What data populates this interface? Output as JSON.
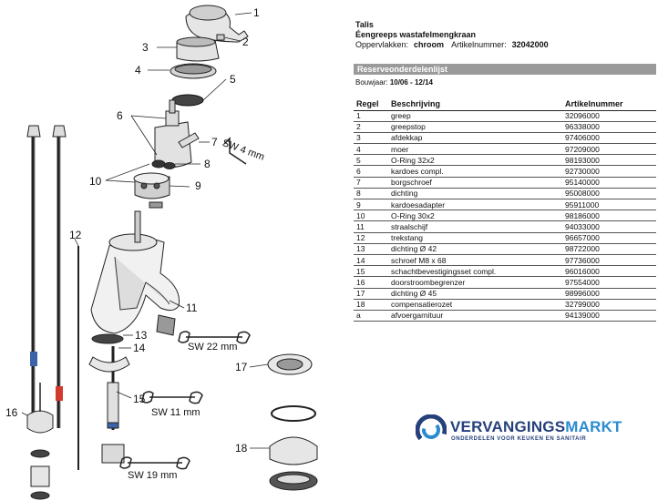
{
  "drawing": {
    "callouts": [
      "1",
      "2",
      "3",
      "4",
      "5",
      "6",
      "7",
      "8",
      "9",
      "10",
      "11",
      "12",
      "13",
      "14",
      "15",
      "16",
      "17",
      "18"
    ],
    "tools": {
      "sw4": "SW 4 mm",
      "sw22": "SW 22 mm",
      "sw11": "SW 11 mm",
      "sw19": "SW 19 mm"
    }
  },
  "header": {
    "product": "Talis",
    "description": "Éengreeps wastafelmengkraan",
    "finish_label": "Oppervlakken:",
    "finish_value": "chroom",
    "article_label": "Artikelnummer:",
    "article_value": "32042000"
  },
  "parts_list": {
    "title": "Reserveonderdelenlijst",
    "period_label": "Bouwjaar:",
    "period_value": "10/06 - 12/14",
    "columns": [
      "Regel",
      "Beschrijving",
      "Artikelnummer"
    ],
    "rows": [
      [
        "1",
        "greep",
        "32096000"
      ],
      [
        "2",
        "greepstop",
        "96338000"
      ],
      [
        "3",
        "afdekkap",
        "97406000"
      ],
      [
        "4",
        "moer",
        "97209000"
      ],
      [
        "5",
        "O-Ring 32x2",
        "98193000"
      ],
      [
        "6",
        "kardoes compl.",
        "92730000"
      ],
      [
        "7",
        "borgschroef",
        "95140000"
      ],
      [
        "8",
        "dichting",
        "95008000"
      ],
      [
        "9",
        "kardoesadapter",
        "95911000"
      ],
      [
        "10",
        "O-Ring 30x2",
        "98186000"
      ],
      [
        "11",
        "straalschijf",
        "94033000"
      ],
      [
        "12",
        "trekstang",
        "96657000"
      ],
      [
        "13",
        "dichting Ø 42",
        "98722000"
      ],
      [
        "14",
        "schroef M8 x 68",
        "97736000"
      ],
      [
        "15",
        "schachtbevestigingsset compl.",
        "96016000"
      ],
      [
        "16",
        "doorstroombegrenzer",
        "97554000"
      ],
      [
        "17",
        "dichting Ø 45",
        "98996000"
      ],
      [
        "18",
        "compensatierozet",
        "32799000"
      ],
      [
        "a",
        "afvoergarnituur",
        "94139000"
      ]
    ]
  },
  "logo": {
    "name_dark": "VERVANGINGS",
    "name_light": "MARKT",
    "tagline": "ONDERDELEN VOOR KEUKEN EN SANITAIR",
    "colors": {
      "dark": "#26407b",
      "light": "#2a8ccf"
    }
  }
}
